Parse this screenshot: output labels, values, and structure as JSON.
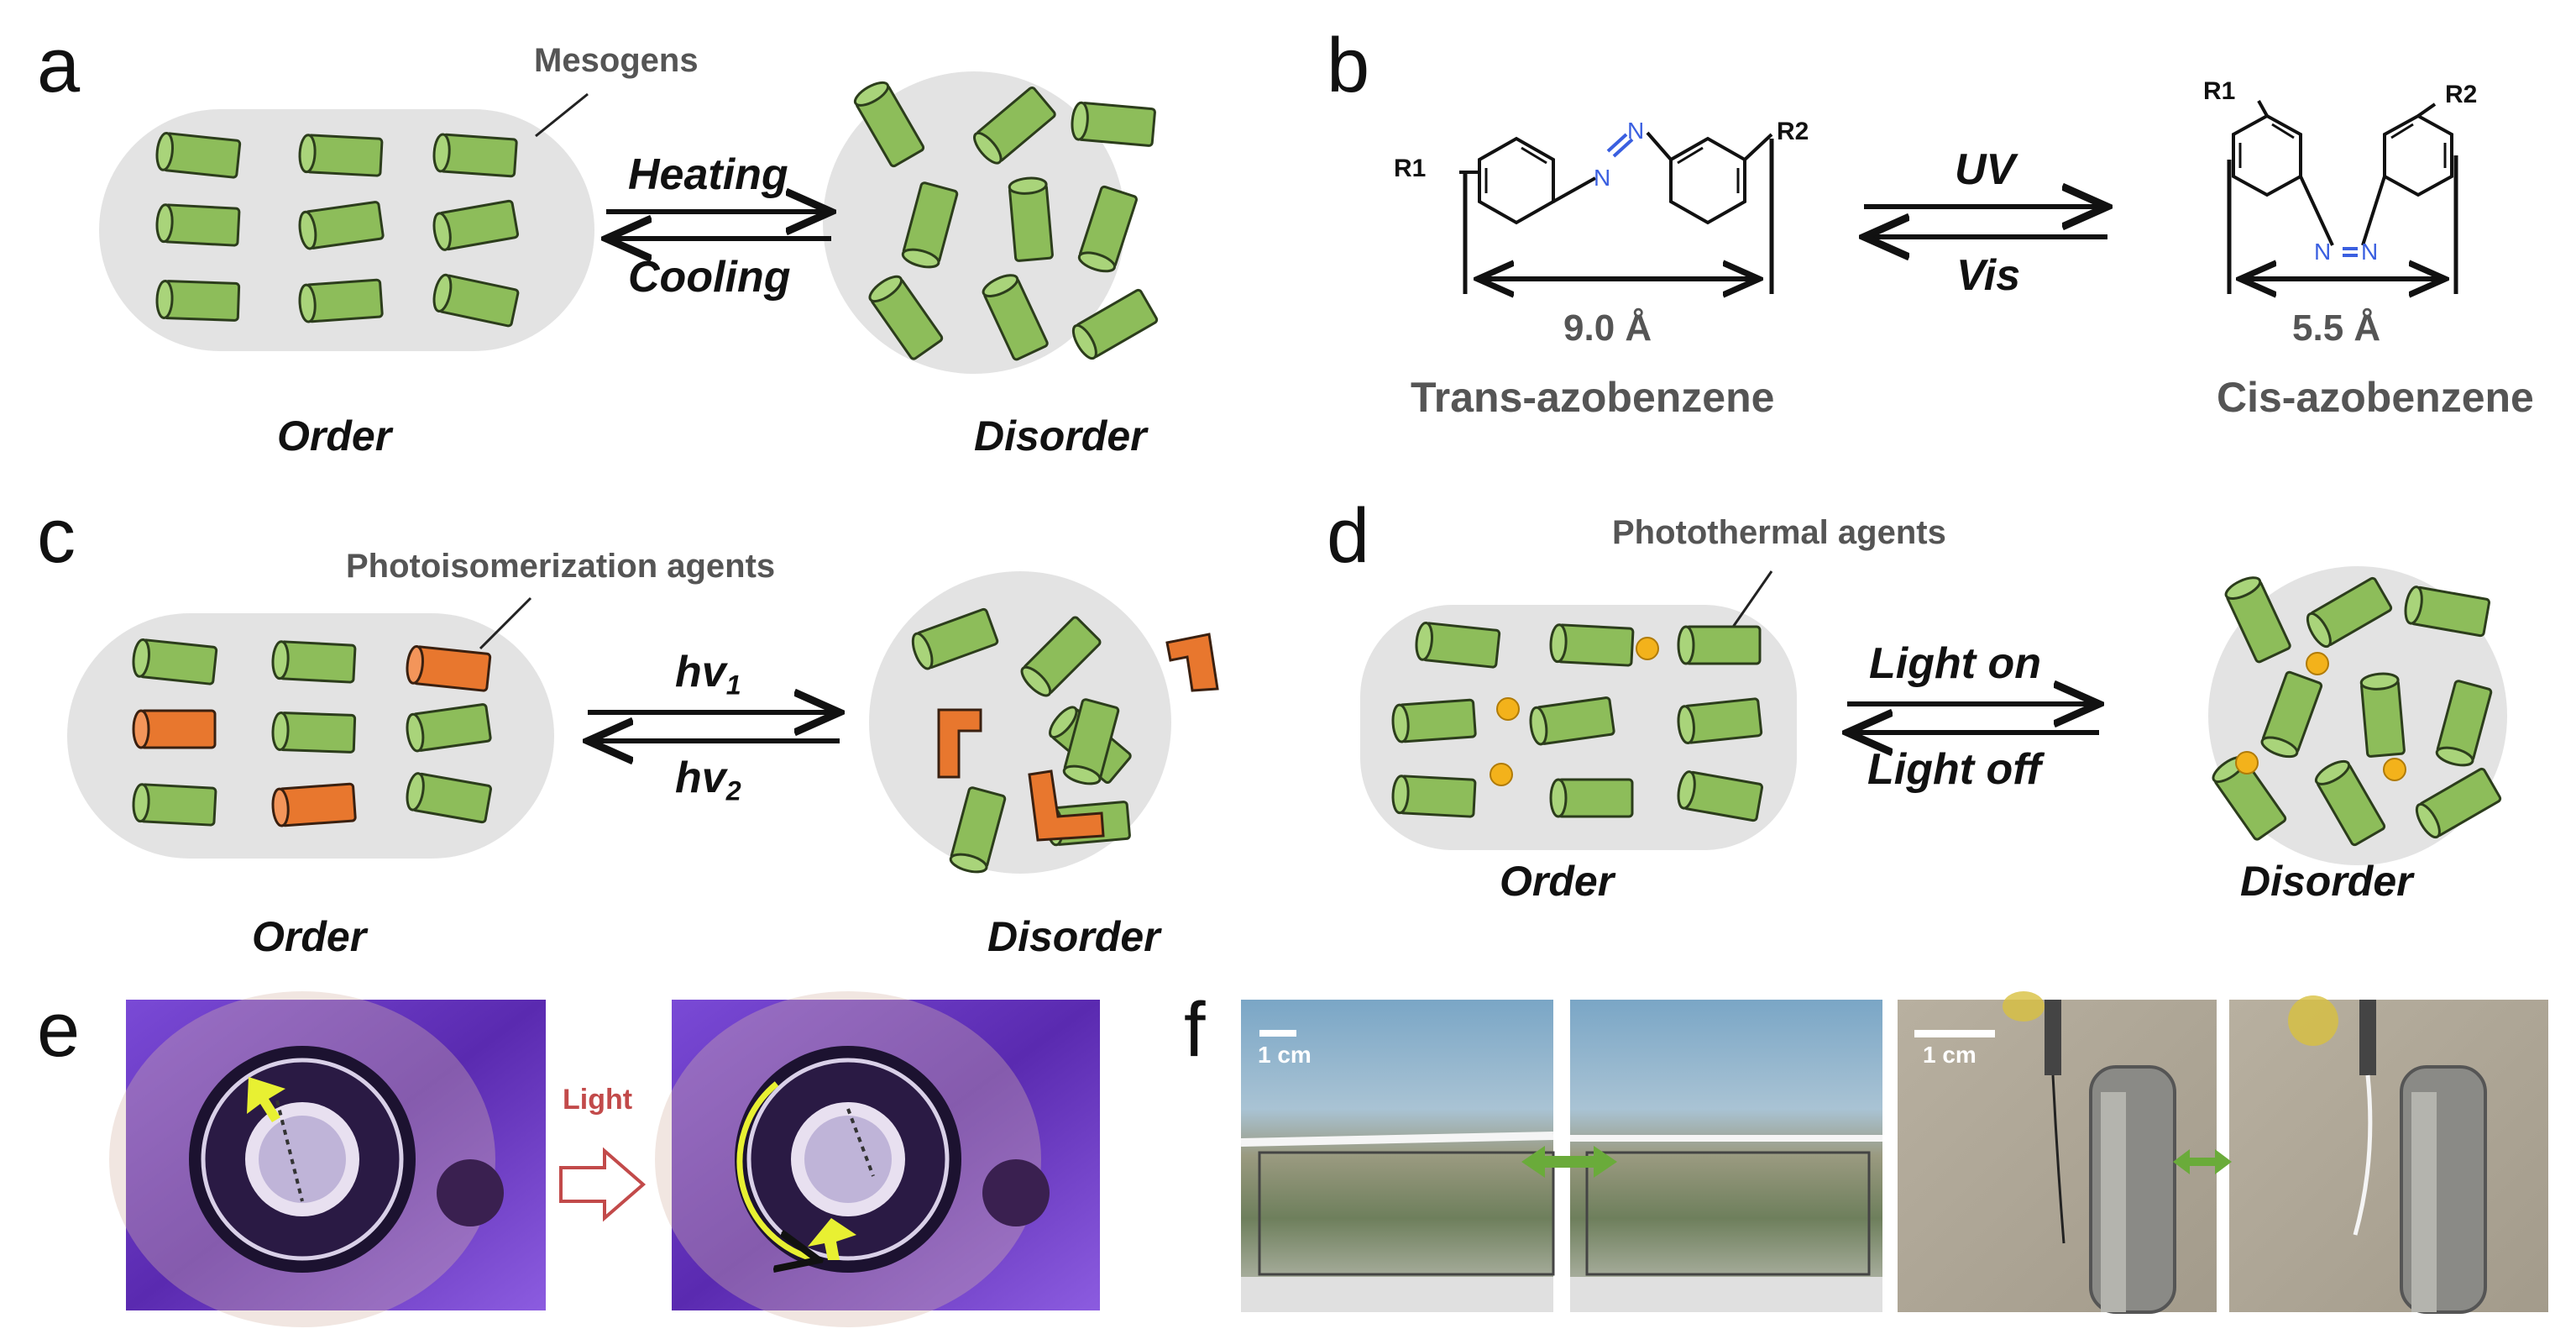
{
  "panels": {
    "a": {
      "letter": "a",
      "callout": "Mesogens",
      "arrow_top": "Heating",
      "arrow_bottom": "Cooling",
      "state_left": "Order",
      "state_right": "Disorder"
    },
    "b": {
      "letter": "b",
      "trans": {
        "r1": "R1",
        "r2": "R2",
        "n1": "N",
        "n2": "N",
        "length": "9.0 Å",
        "name": "Trans-azobenzene"
      },
      "cis": {
        "r1": "R1",
        "r2": "R2",
        "n1": "N",
        "n2": "N",
        "length": "5.5 Å",
        "name": "Cis-azobenzene"
      },
      "arrow_top": "UV",
      "arrow_bottom": "Vis"
    },
    "c": {
      "letter": "c",
      "callout": "Photoisomerization agents",
      "arrow_top": "hv",
      "arrow_top_sub": "1",
      "arrow_bottom": "hv",
      "arrow_bottom_sub": "2",
      "state_left": "Order",
      "state_right": "Disorder"
    },
    "d": {
      "letter": "d",
      "callout": "Photothermal agents",
      "arrow_top": "Light on",
      "arrow_bottom": "Light off",
      "state_left": "Order",
      "state_right": "Disorder"
    },
    "e": {
      "letter": "e",
      "arrow_label": "Light"
    },
    "f": {
      "letter": "f",
      "scale_left": "1 cm",
      "scale_right": "1 cm"
    }
  },
  "colors": {
    "mesogen_green": "#8dbd5a",
    "mesogen_outline": "#2c3d1c",
    "agent_orange": "#e8772e",
    "photothermal_yellow": "#f3b21b",
    "blob_gray": "#e3e3e3",
    "nitrogen_blue": "#3a5fe0",
    "arrow_green": "#6aab3a"
  }
}
